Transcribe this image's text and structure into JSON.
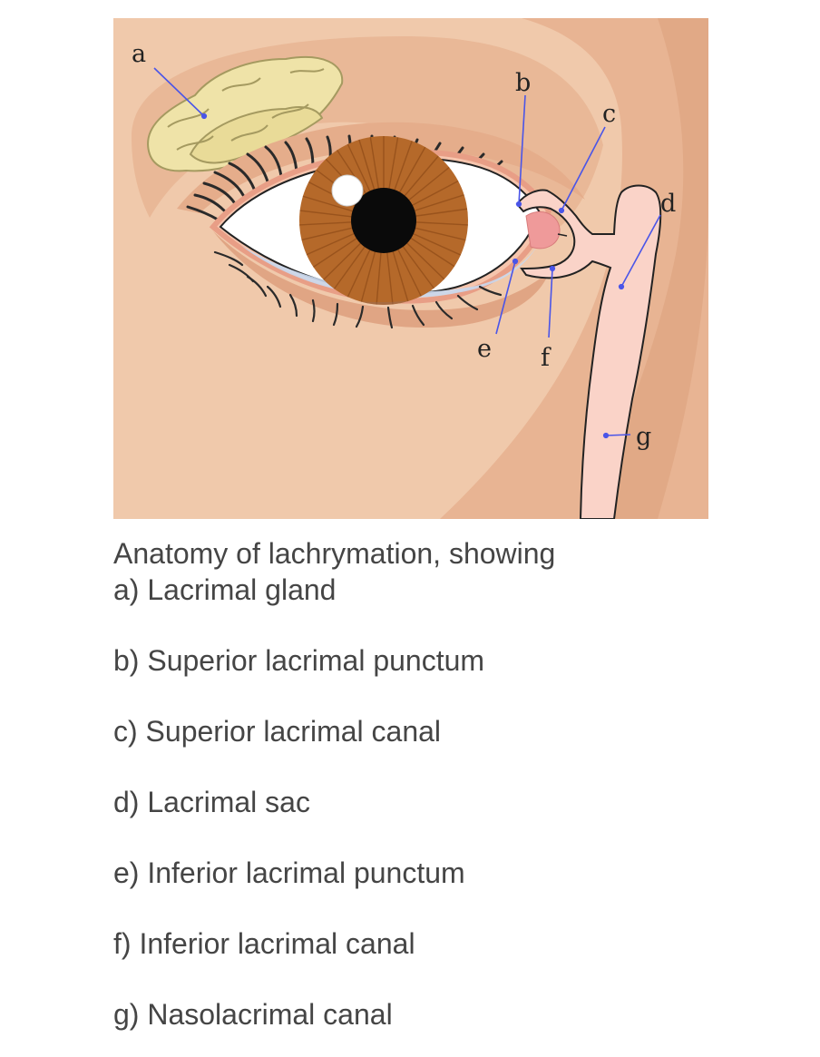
{
  "figure": {
    "labels": {
      "a": "a",
      "b": "b",
      "c": "c",
      "d": "d",
      "e": "e",
      "f": "f",
      "g": "g"
    },
    "colors": {
      "skin_light": "#f0c9ab",
      "skin_mid": "#e8b493",
      "skin_dark": "#dea27f",
      "gland": "#efe3a8",
      "iris": "#b5692a",
      "sclera": "#ffffff",
      "duct": "#fad3c8",
      "caruncle": "#ef9a9a",
      "pointer": "#4a55e8"
    }
  },
  "caption": {
    "intro": "Anatomy of lachrymation, showing",
    "items": [
      "a) Lacrimal gland",
      "b) Superior lacrimal punctum",
      "c) Superior lacrimal canal",
      "d) Lacrimal sac",
      "e) Inferior lacrimal punctum",
      "f) Inferior lacrimal canal",
      "g) Nasolacrimal canal"
    ]
  }
}
